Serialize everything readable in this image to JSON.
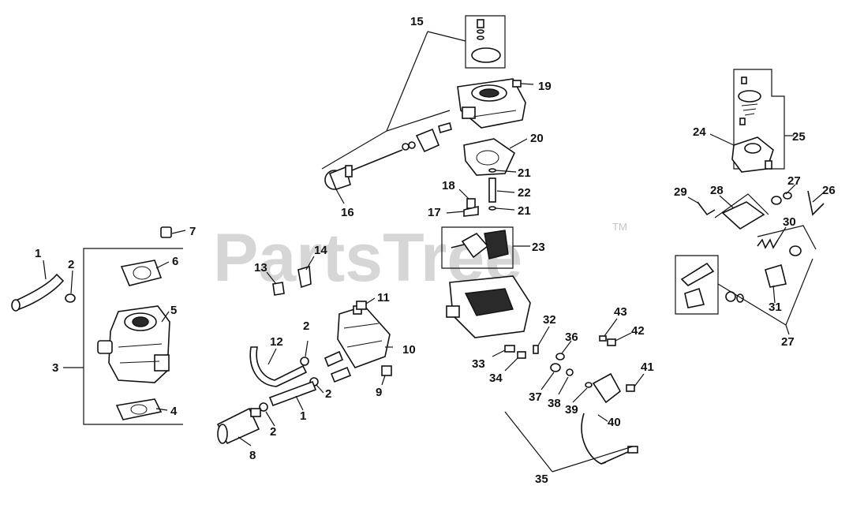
{
  "watermark": {
    "text": "PartsTree",
    "mark": "TM"
  },
  "callouts": {
    "c1a": "1",
    "c1b": "1",
    "c2a": "2",
    "c2b": "2",
    "c2c": "2",
    "c2d": "2",
    "c3": "3",
    "c4": "4",
    "c5": "5",
    "c6": "6",
    "c7": "7",
    "c8": "8",
    "c9": "9",
    "c10": "10",
    "c11": "11",
    "c12": "12",
    "c13": "13",
    "c14": "14",
    "c15": "15",
    "c16": "16",
    "c17": "17",
    "c18": "18",
    "c19": "19",
    "c20": "20",
    "c21a": "21",
    "c21b": "21",
    "c22": "22",
    "c23": "23",
    "c24": "24",
    "c25": "25",
    "c26": "26",
    "c27a": "27",
    "c27b": "27",
    "c28": "28",
    "c29": "29",
    "c30": "30",
    "c31": "31",
    "c32": "32",
    "c33": "33",
    "c34": "34",
    "c35": "35",
    "c36": "36",
    "c37": "37",
    "c38": "38",
    "c39": "39",
    "c40": "40",
    "c41": "41",
    "c42": "42",
    "c43": "43"
  }
}
